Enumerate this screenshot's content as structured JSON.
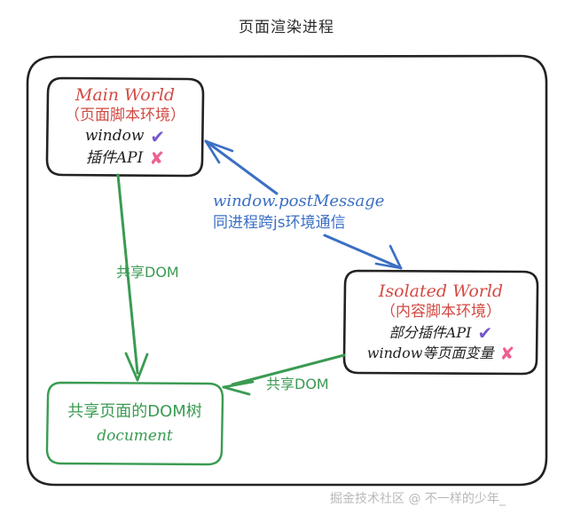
{
  "title": "页面渲染进程",
  "colors": {
    "node_title_red": "#d24a43",
    "green": "#3a9b52",
    "blue": "#3b6fc4",
    "check_purple": "#7558cc",
    "cross_pink": "#ef5f92",
    "outline_black": "#222222",
    "watermark_gray": "#b9b9b9"
  },
  "nodes": {
    "main_world": {
      "title": "Main World",
      "subtitle": "（页面脚本环境）",
      "rows": [
        {
          "label": "window",
          "mark": "✔",
          "mark_type": "check"
        },
        {
          "label": "插件API",
          "mark": "✘",
          "mark_type": "cross"
        }
      ]
    },
    "isolated_world": {
      "title": "Isolated World",
      "subtitle": "（内容脚本环境）",
      "rows": [
        {
          "label": "部分插件API",
          "mark": "✔",
          "mark_type": "check"
        },
        {
          "label": "window等页面变量",
          "mark": "✘",
          "mark_type": "cross"
        }
      ]
    },
    "dom": {
      "line1": "共享页面的DOM树",
      "line2": "document"
    }
  },
  "edges": {
    "post_message": {
      "line_en": "window.postMessage",
      "line_cn": "同进程跨js环境通信"
    },
    "share_dom_left": "共享DOM",
    "share_dom_bottom": "共享DOM"
  },
  "watermark": "掘金技术社区 @ 不一样的少年_"
}
